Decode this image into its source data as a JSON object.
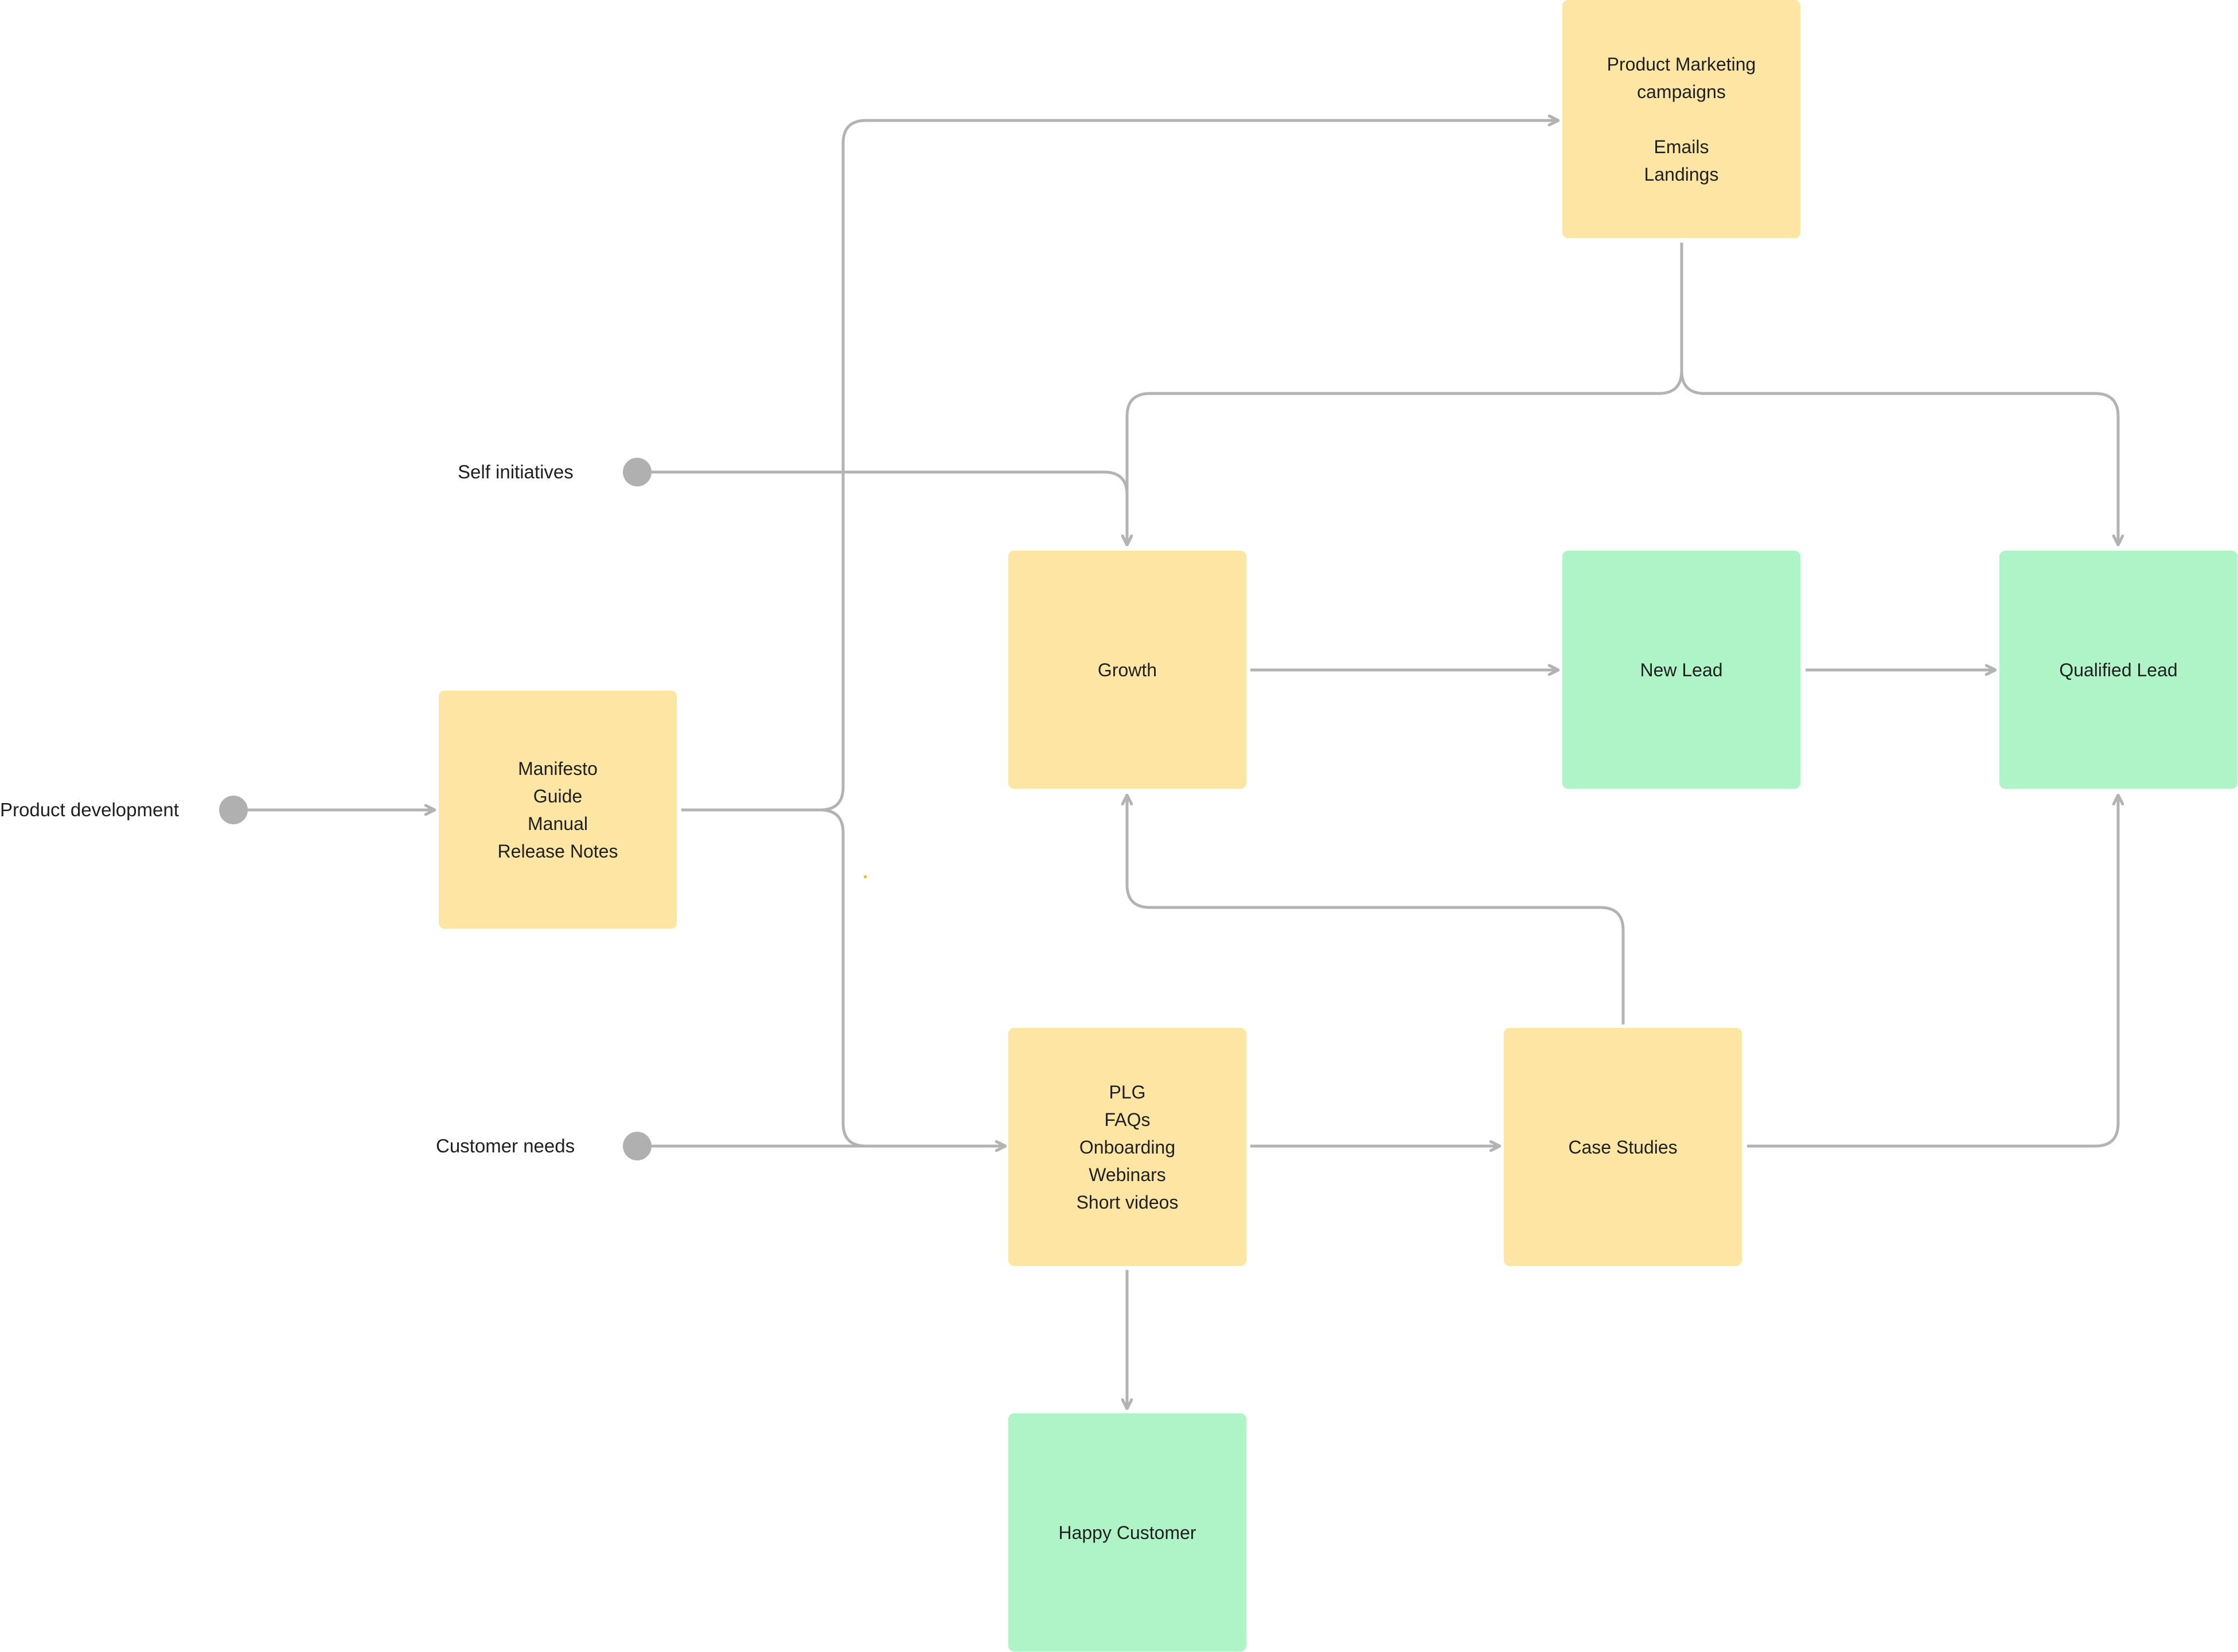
{
  "diagram": {
    "sources": {
      "self_initiatives": "Self initiatives",
      "product_development": "Product development",
      "customer_needs": "Customer needs"
    },
    "nodes": {
      "product_marketing": {
        "lines": [
          "Product Marketing",
          "campaigns",
          "",
          "Emails",
          "Landings"
        ],
        "color": "#fde6a3"
      },
      "manifesto": {
        "lines": [
          "Manifesto",
          "Guide",
          "Manual",
          "Release Notes"
        ],
        "color": "#fde6a3"
      },
      "growth": {
        "lines": [
          "Growth"
        ],
        "color": "#fde6a3"
      },
      "new_lead": {
        "lines": [
          "New Lead"
        ],
        "color": "#aff4c6"
      },
      "qualified_lead": {
        "lines": [
          "Qualified Lead"
        ],
        "color": "#aff4c6"
      },
      "plg": {
        "lines": [
          "PLG",
          "FAQs",
          "Onboarding",
          "Webinars",
          "Short videos"
        ],
        "color": "#fde6a3"
      },
      "case_studies": {
        "lines": [
          "Case Studies"
        ],
        "color": "#fde6a3"
      },
      "happy_customer": {
        "lines": [
          "Happy Customer"
        ],
        "color": "#aff4c6"
      }
    },
    "colors": {
      "content_node": "#fde6a3",
      "outcome_node": "#aff4c6",
      "connector": "#b3b3b3",
      "source_dot": "#b0b0b0"
    }
  }
}
